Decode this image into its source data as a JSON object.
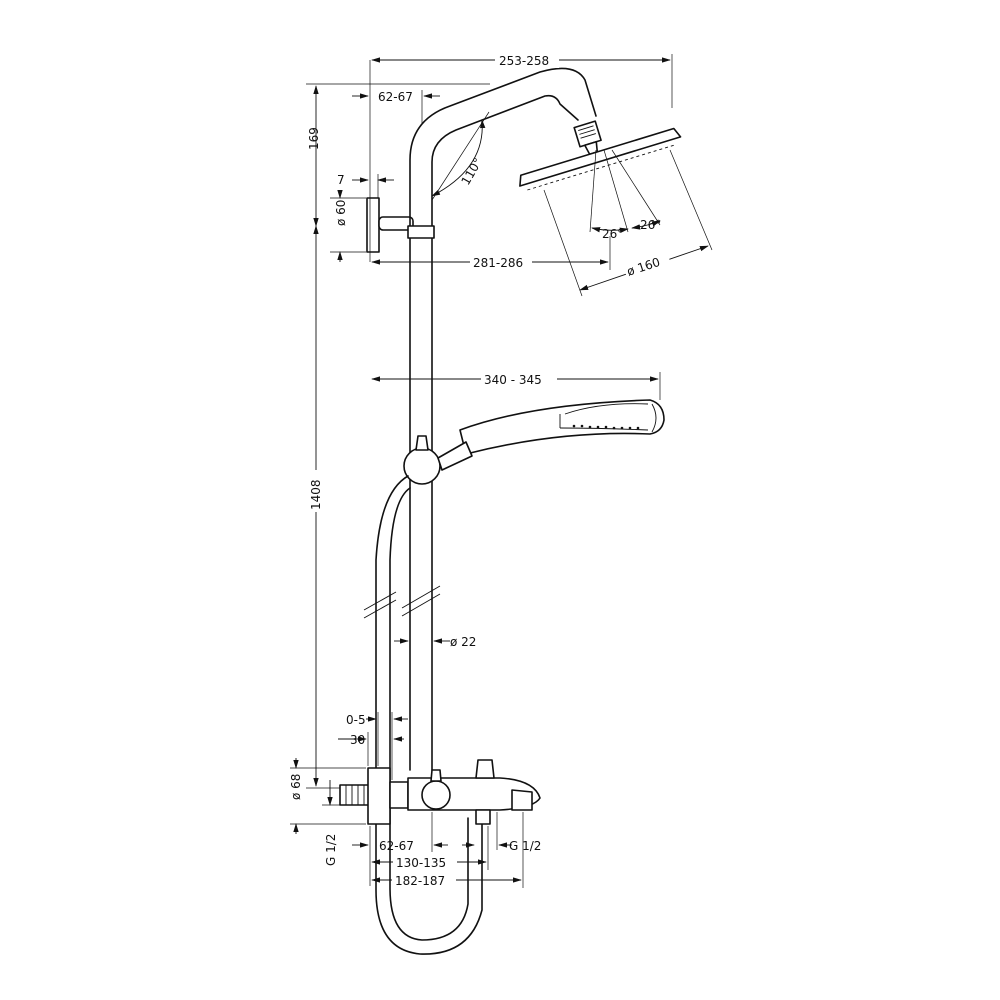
{
  "labels": {
    "w_253_258": "253-258",
    "w_62_67_top": "62-67",
    "h_169": "169",
    "w_7": "7",
    "d_60": "ø 60",
    "angle_110": "110°",
    "w_281_286": "281-286",
    "d_160": "ø 160",
    "angle_26_left": "26°",
    "angle_26_right": "26°",
    "w_340_345": "340 - 345",
    "h_1408": "1408",
    "d_22": "ø 22",
    "w_0_5": "0-5",
    "w_30": "30",
    "d_68": "ø 68",
    "g_half_left": "G 1/2",
    "g_half_right": "G 1/2",
    "w_62_67_bottom": "62-67",
    "w_130_135": "130-135",
    "w_182_187": "182-187"
  },
  "colors": {
    "line": "#111111",
    "background": "#ffffff"
  }
}
